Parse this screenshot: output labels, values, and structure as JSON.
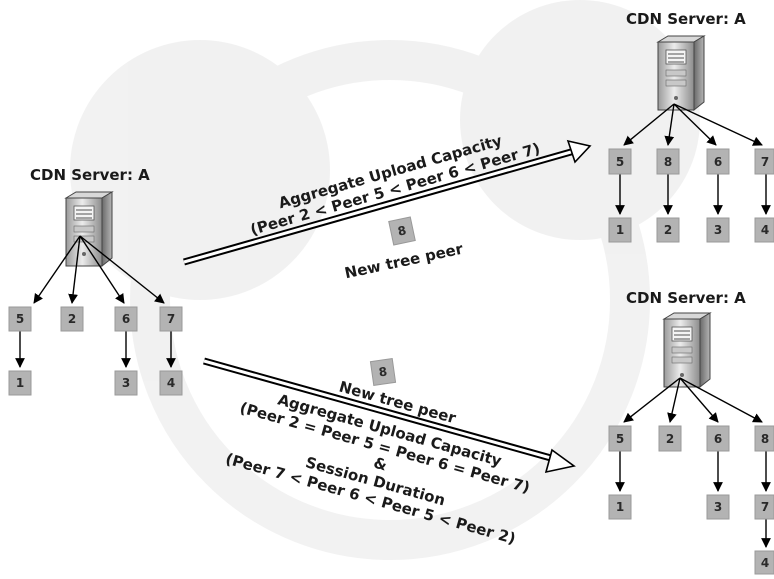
{
  "servers": {
    "left": "CDN Server: A",
    "top_right": "CDN Server: A",
    "bottom_right": "CDN Server: A"
  },
  "left_tree": {
    "children": [
      "5",
      "2",
      "6",
      "7"
    ],
    "grandchildren": [
      "1",
      "3",
      "4"
    ]
  },
  "top_tree": {
    "children": [
      "5",
      "8",
      "6",
      "7"
    ],
    "grandchildren": [
      "1",
      "2",
      "3",
      "4"
    ]
  },
  "bottom_tree": {
    "children": [
      "5",
      "2",
      "6",
      "8"
    ],
    "grandchildren": [
      "1",
      "3",
      "7",
      "4"
    ]
  },
  "top_transition": {
    "line1": "Aggregate Upload Capacity",
    "line2": "(Peer 2 < Peer 5 < Peer 6 < Peer 7)",
    "peer": "8",
    "new_peer": "New tree peer"
  },
  "bottom_transition": {
    "peer": "8",
    "new_peer": "New tree peer",
    "line1": "Aggregate Upload Capacity",
    "line2": "(Peer 2 = Peer 5 = Peer 6 = Peer 7)",
    "amp": "&",
    "line3": "Session Duration",
    "line4": "(Peer 7 < Peer 6 < Peer 5 < Peer 2)"
  }
}
